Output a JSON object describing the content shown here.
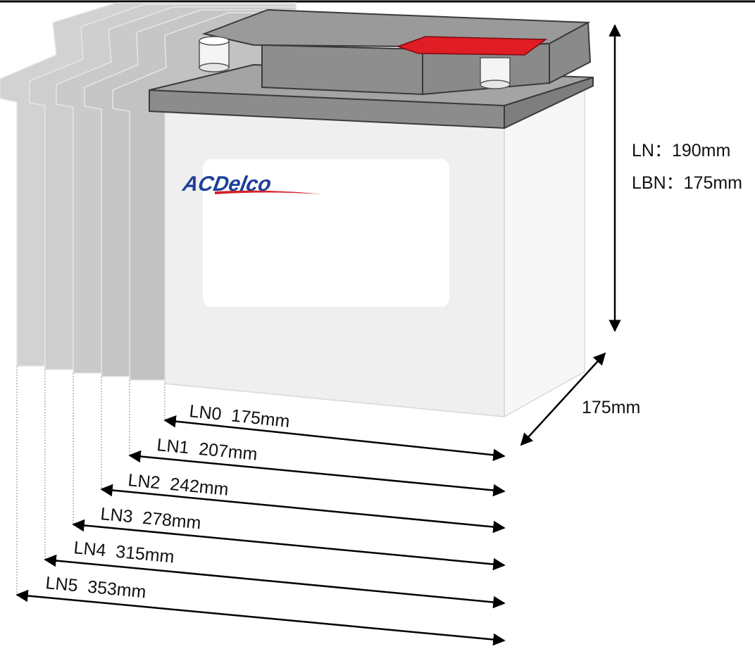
{
  "brand": {
    "logo_text": "ACDelco",
    "logo_color": "#1f3f9a",
    "logo_underline_color": "#d2232a"
  },
  "height_labels": {
    "ln": "LN：190mm",
    "lbn": "LBN：175mm"
  },
  "depth_label": "175mm",
  "length_sizes": [
    {
      "name": "LN0",
      "value": "175mm"
    },
    {
      "name": "LN1",
      "value": "207mm"
    },
    {
      "name": "LN2",
      "value": "242mm"
    },
    {
      "name": "LN3",
      "value": "278mm"
    },
    {
      "name": "LN4",
      "value": "315mm"
    },
    {
      "name": "LN5",
      "value": "353mm"
    }
  ],
  "colors": {
    "terminal_cover": "#e01c24",
    "lid": "#8f8f8f",
    "lid_top": "#a6a6a6",
    "body_front": "#efefef",
    "body_side": "#f7f7f7",
    "ghost": "#c9c9c9"
  }
}
